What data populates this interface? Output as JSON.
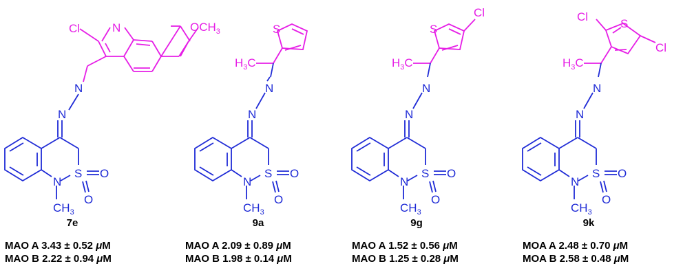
{
  "colors": {
    "scaffold": "#1f2bd6",
    "substituent": "#e61ee6",
    "text": "#000000"
  },
  "atoms": {
    "cl": "Cl",
    "n": "N",
    "s": "S",
    "o": "O",
    "och3": "OCH",
    "ch": "CH",
    "h": "H",
    "c": "C",
    "three": "3"
  },
  "compounds": [
    {
      "id": "7e",
      "mao_a_label": "MAO A",
      "mao_a_value": "3.43 ± 0.52 ",
      "mao_b_label": "MAO B",
      "mao_b_value": "2.22 ± 0.94 "
    },
    {
      "id": "9a",
      "mao_a_label": "MAO A",
      "mao_a_value": "2.09 ± 0.89 ",
      "mao_b_label": "MAO B",
      "mao_b_value": "1.98 ± 0.14 "
    },
    {
      "id": "9g",
      "mao_a_label": "MAO A",
      "mao_a_value": "1.52 ± 0.56 ",
      "mao_b_label": "MAO B",
      "mao_b_value": "1.25 ± 0.28 "
    },
    {
      "id": "9k",
      "mao_a_label": "MOA A",
      "mao_a_value": "2.48 ± 0.70 ",
      "mao_b_label": "MOA B",
      "mao_b_value": "2.58 ± 0.48 "
    }
  ],
  "unit_prefix": "μ",
  "unit": "M"
}
